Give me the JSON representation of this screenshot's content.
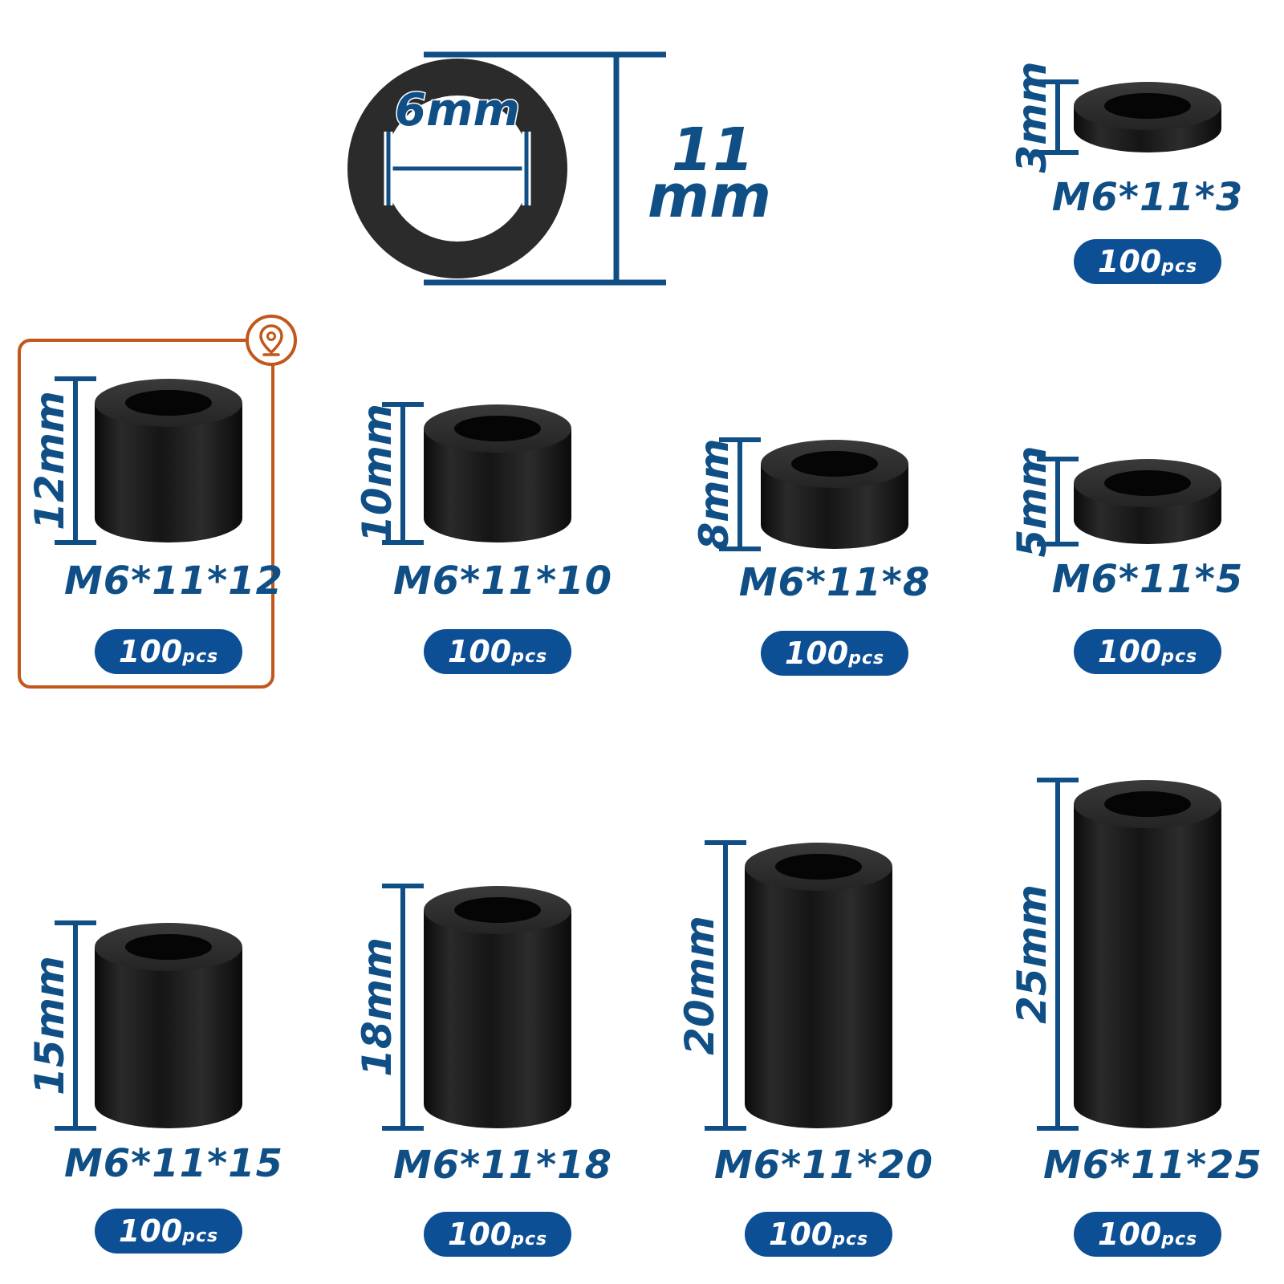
{
  "colors": {
    "accent": "#0f4f86",
    "badge": "#0d4f95",
    "highlight": "#c2571b",
    "spacer": "#1a1a1a"
  },
  "ring": {
    "inner_label": "6mm",
    "outer_value": "11",
    "outer_unit": "mm"
  },
  "items": [
    {
      "height": "3mm",
      "model": "M6*11*3",
      "qty": "100",
      "unit": "pcs"
    },
    {
      "height": "12mm",
      "model": "M6*11*12",
      "qty": "100",
      "unit": "pcs",
      "highlighted": true
    },
    {
      "height": "10mm",
      "model": "M6*11*10",
      "qty": "100",
      "unit": "pcs"
    },
    {
      "height": "8mm",
      "model": "M6*11*8",
      "qty": "100",
      "unit": "pcs"
    },
    {
      "height": "5mm",
      "model": "M6*11*5",
      "qty": "100",
      "unit": "pcs"
    },
    {
      "height": "15mm",
      "model": "M6*11*15",
      "qty": "100",
      "unit": "pcs"
    },
    {
      "height": "18mm",
      "model": "M6*11*18",
      "qty": "100",
      "unit": "pcs"
    },
    {
      "height": "20mm",
      "model": "M6*11*20",
      "qty": "100",
      "unit": "pcs"
    },
    {
      "height": "25mm",
      "model": "M6*11*25",
      "qty": "100",
      "unit": "pcs"
    }
  ],
  "icons": {
    "highlight_badge": "location-pin-icon"
  }
}
